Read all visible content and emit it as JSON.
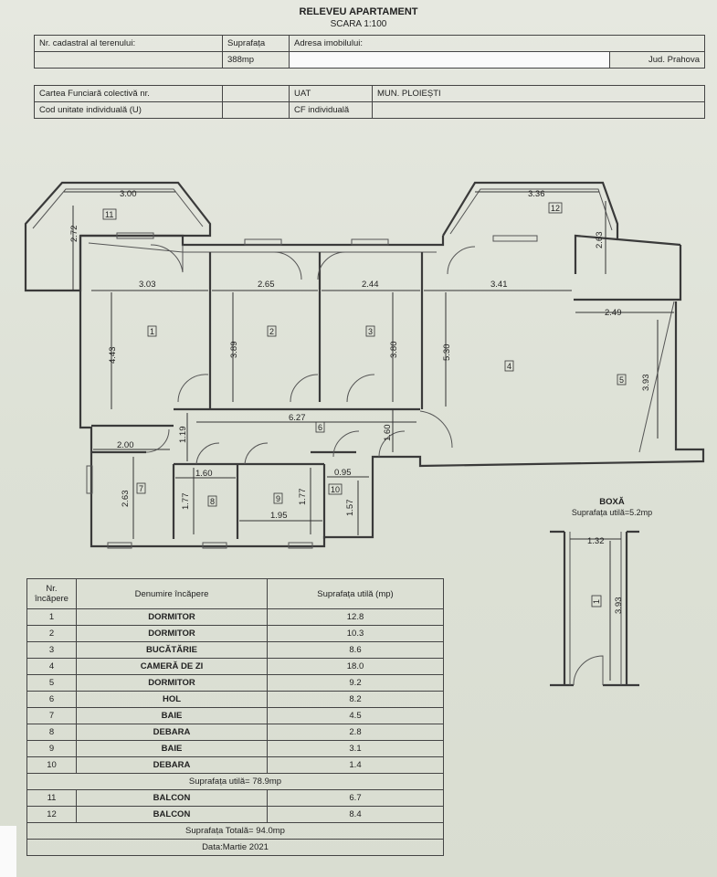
{
  "header": {
    "title": "RELEVEU APARTAMENT",
    "scale": "SCARA 1:100"
  },
  "info1": {
    "cadastral_label": "Nr. cadastral al terenului:",
    "area_label": "Suprafața",
    "area_value": "388mp",
    "address_label": "Adresa imobilului:",
    "county": "Jud. Prahova"
  },
  "info2": {
    "cf_label": "Cartea Funciară colectivă nr.",
    "uat_label": "UAT",
    "uat_value": "MUN. PLOIEȘTI",
    "unit_label": "Cod unitate individuală (U)",
    "cf_ind_label": "CF individuală"
  },
  "plan": {
    "dims": [
      "3.00",
      "2.72",
      "3.36",
      "2.63",
      "3.03",
      "2.65",
      "2.44",
      "3.41",
      "2.49",
      "4.43",
      "3.89",
      "3.80",
      "5.30",
      "3.93",
      "6.27",
      "1.19",
      "1.60",
      "2.00",
      "1.60",
      "0.95",
      "2.63",
      "1.77",
      "1.77",
      "1.95",
      "1.57"
    ],
    "room_numbers": [
      "11",
      "12",
      "1",
      "2",
      "3",
      "4",
      "5",
      "6",
      "7",
      "8",
      "9",
      "10"
    ]
  },
  "boxa": {
    "title": "BOXĂ",
    "subtitle": "Suprafața utilă=5.2mp",
    "dim_w": "1.32",
    "dim_h": "3.93",
    "number": "1"
  },
  "rooms_table": {
    "col_nr": "Nr. încăpere",
    "col_name": "Denumire încăpere",
    "col_area": "Suprafața utilă (mp)",
    "rows": [
      {
        "nr": "1",
        "name": "DORMITOR",
        "area": "12.8"
      },
      {
        "nr": "2",
        "name": "DORMITOR",
        "area": "10.3"
      },
      {
        "nr": "3",
        "name": "BUCĂTĂRIE",
        "area": "8.6"
      },
      {
        "nr": "4",
        "name": "CAMERĂ DE ZI",
        "area": "18.0"
      },
      {
        "nr": "5",
        "name": "DORMITOR",
        "area": "9.2"
      },
      {
        "nr": "6",
        "name": "HOL",
        "area": "8.2"
      },
      {
        "nr": "7",
        "name": "BAIE",
        "area": "4.5"
      },
      {
        "nr": "8",
        "name": "DEBARA",
        "area": "2.8"
      },
      {
        "nr": "9",
        "name": "BAIE",
        "area": "3.1"
      },
      {
        "nr": "10",
        "name": "DEBARA",
        "area": "1.4"
      }
    ],
    "useful_total": "Suprafața utilă= 78.9mp",
    "balcony_rows": [
      {
        "nr": "11",
        "name": "BALCON",
        "area": "6.7"
      },
      {
        "nr": "12",
        "name": "BALCON",
        "area": "8.4"
      }
    ],
    "grand_total": "Suprafața Totală= 94.0mp",
    "date": "Data:Martie 2021"
  }
}
